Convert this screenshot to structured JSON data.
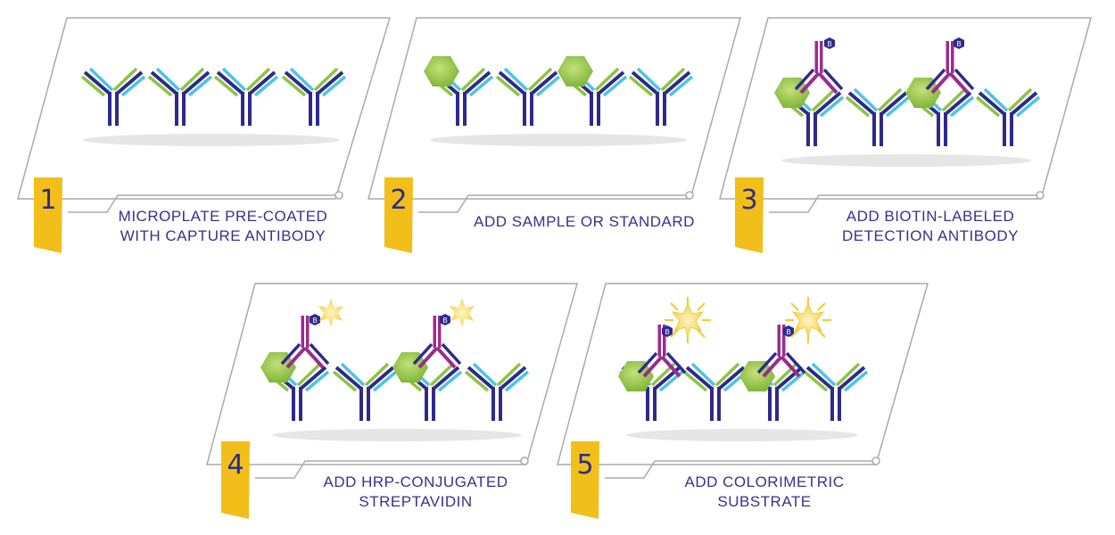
{
  "colors": {
    "antibody_dark": "#2e2a8c",
    "antibody_light": "#4cc3e6",
    "antibody_green": "#8cc43f",
    "detection_purple": "#9b2c8f",
    "antigen_green": "#8cc43f",
    "biotin_navy": "#2e2a8c",
    "hrp_yellow": "#f7d867",
    "tab_yellow": "#f2bf1a",
    "caption_text": "#3b2f8f",
    "frame": "#aaaaaa",
    "shadow": "#e6e6e6"
  },
  "biotin_label": "B",
  "steps": [
    {
      "number": "1",
      "caption_line1": "MICROPLATE PRE-COATED",
      "caption_line2": "WITH CAPTURE ANTIBODY"
    },
    {
      "number": "2",
      "caption_line1": "ADD SAMPLE OR STANDARD",
      "caption_line2": ""
    },
    {
      "number": "3",
      "caption_line1": "ADD BIOTIN-LABELED",
      "caption_line2": "DETECTION ANTIBODY"
    },
    {
      "number": "4",
      "caption_line1": "ADD HRP-CONJUGATED",
      "caption_line2": "STREPTAVIDIN"
    },
    {
      "number": "5",
      "caption_line1": "ADD COLORIMETRIC",
      "caption_line2": "SUBSTRATE"
    }
  ]
}
